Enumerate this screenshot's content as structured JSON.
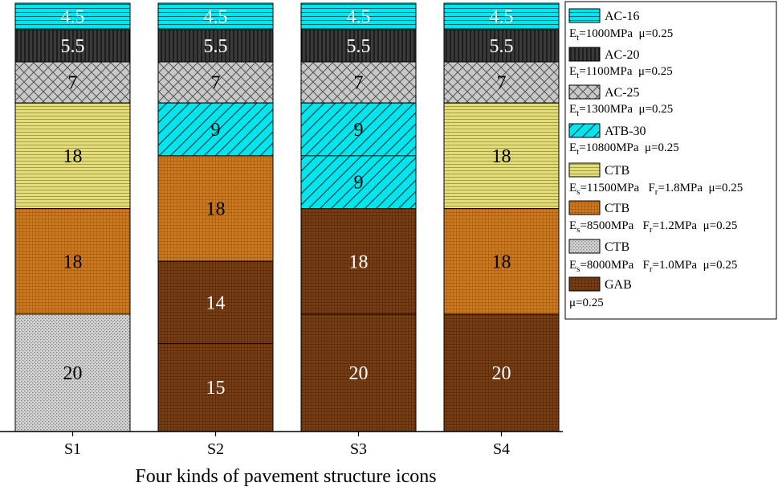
{
  "chart_data": {
    "type": "stacked-bar",
    "xlabel": "Four kinds of pavement structure icons",
    "categories": [
      "S1",
      "S2",
      "S3",
      "S4"
    ],
    "materials": {
      "AC-16": {
        "name": "AC-16",
        "color": "#00e5ee",
        "pattern": "h-lines",
        "props": [
          {
            "sym": "E",
            "sub": "t",
            "val": "=1000MPa"
          },
          {
            "text": "  μ=0.25"
          }
        ]
      },
      "AC-20": {
        "name": "AC-20",
        "color": "#3a3a3a",
        "pattern": "v-lines",
        "props": [
          {
            "sym": "E",
            "sub": "t",
            "val": "=1100MPa"
          },
          {
            "text": "  μ=0.25"
          }
        ]
      },
      "AC-25": {
        "name": "AC-25",
        "color": "#c8c8c8",
        "pattern": "crosshatch",
        "props": [
          {
            "sym": "E",
            "sub": "t",
            "val": "=1300MPa"
          },
          {
            "text": "  μ=0.25"
          }
        ]
      },
      "ATB-30": {
        "name": "ATB-30",
        "color": "#00e5ee",
        "pattern": "diag",
        "props": [
          {
            "sym": "E",
            "sub": "t",
            "val": "=10800MPa"
          },
          {
            "text": "  μ=0.25"
          }
        ]
      },
      "CTB-Y": {
        "name": "CTB",
        "color": "#e3dc7a",
        "pattern": "h-lines-y",
        "props": [
          {
            "sym": "E",
            "sub": "s",
            "val": "=11500MPa"
          },
          {
            "sym": "   F",
            "sub": "r",
            "val": "=1.8MPa"
          },
          {
            "text": "  μ=0.25"
          }
        ]
      },
      "CTB-O": {
        "name": "CTB",
        "color": "#cc7a1c",
        "pattern": "grid-o",
        "props": [
          {
            "sym": "E",
            "sub": "s",
            "val": "=8500MPa"
          },
          {
            "sym": "   F",
            "sub": "r",
            "val": "=1.2MPa"
          },
          {
            "text": "  μ=0.25"
          }
        ]
      },
      "CTB-G": {
        "name": "CTB",
        "color": "#cfcfcf",
        "pattern": "dots",
        "props": [
          {
            "sym": "E",
            "sub": "s",
            "val": "=8000MPa"
          },
          {
            "sym": "   F",
            "sub": "r",
            "val": "=1.0MPa"
          },
          {
            "text": "  μ=0.25"
          }
        ]
      },
      "GAB": {
        "name": "GAB",
        "color": "#7a3d12",
        "pattern": "grid-b",
        "props": [
          {
            "text": "μ=0.25"
          }
        ]
      }
    },
    "legend_order": [
      "AC-16",
      "AC-20",
      "AC-25",
      "ATB-30",
      "CTB-Y",
      "CTB-O",
      "CTB-G",
      "GAB"
    ],
    "structures": [
      {
        "name": "S1",
        "layers": [
          {
            "material": "AC-16",
            "thickness": 4.5
          },
          {
            "material": "AC-20",
            "thickness": 5.5
          },
          {
            "material": "AC-25",
            "thickness": 7
          },
          {
            "material": "CTB-Y",
            "thickness": 18
          },
          {
            "material": "CTB-O",
            "thickness": 18
          },
          {
            "material": "CTB-G",
            "thickness": 20
          }
        ]
      },
      {
        "name": "S2",
        "layers": [
          {
            "material": "AC-16",
            "thickness": 4.5
          },
          {
            "material": "AC-20",
            "thickness": 5.5
          },
          {
            "material": "AC-25",
            "thickness": 7
          },
          {
            "material": "ATB-30",
            "thickness": 9
          },
          {
            "material": "CTB-O",
            "thickness": 18
          },
          {
            "material": "GAB",
            "thickness": 14
          },
          {
            "material": "GAB",
            "thickness": 15
          }
        ]
      },
      {
        "name": "S3",
        "layers": [
          {
            "material": "AC-16",
            "thickness": 4.5
          },
          {
            "material": "AC-20",
            "thickness": 5.5
          },
          {
            "material": "AC-25",
            "thickness": 7
          },
          {
            "material": "ATB-30",
            "thickness": 9
          },
          {
            "material": "ATB-30",
            "thickness": 9
          },
          {
            "material": "GAB",
            "thickness": 18
          },
          {
            "material": "GAB",
            "thickness": 20
          }
        ]
      },
      {
        "name": "S4",
        "layers": [
          {
            "material": "AC-16",
            "thickness": 4.5
          },
          {
            "material": "AC-20",
            "thickness": 5.5
          },
          {
            "material": "AC-25",
            "thickness": 7
          },
          {
            "material": "CTB-Y",
            "thickness": 18
          },
          {
            "material": "CTB-O",
            "thickness": 18
          },
          {
            "material": "GAB",
            "thickness": 20
          }
        ]
      }
    ]
  }
}
